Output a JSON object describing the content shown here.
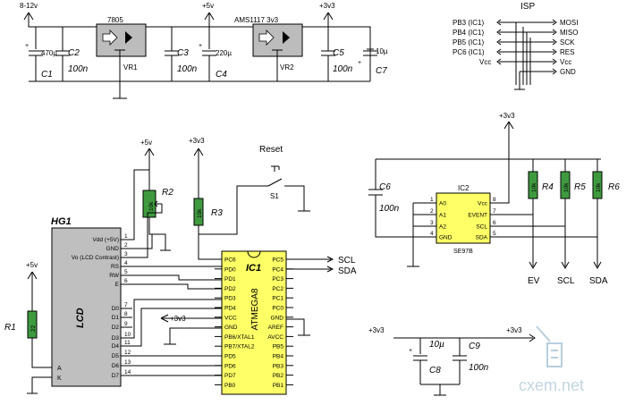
{
  "rails": {
    "in": "8-12v",
    "p5": "+5v",
    "p33": "+3v3"
  },
  "regulators": {
    "vr1": {
      "part": "7805",
      "ref": "VR1"
    },
    "vr2": {
      "part": "AMS1117 3v3",
      "ref": "VR2"
    }
  },
  "caps_top": {
    "c1": {
      "ref": "C1",
      "val": "470µ"
    },
    "c2": {
      "ref": "C2",
      "val": "100n"
    },
    "c3": {
      "ref": "C3",
      "val": "100n"
    },
    "c4": {
      "ref": "C4",
      "val": "220µ"
    },
    "c5": {
      "ref": "C5",
      "val": "100n"
    },
    "c7": {
      "ref": "C7",
      "val": "10µ"
    }
  },
  "isp": {
    "title": "ISP",
    "rows": [
      {
        "left": "PB3 (IC1)",
        "right": "MOSI"
      },
      {
        "left": "PB4 (IC1)",
        "right": "MISO"
      },
      {
        "left": "PB5 (IC1)",
        "right": "SCK"
      },
      {
        "left": "PC6 (IC1)",
        "right": "RES"
      },
      {
        "left": "Vcc",
        "right": "Vcc"
      },
      {
        "left": "",
        "right": "GND"
      }
    ]
  },
  "lcd": {
    "ref": "HG1",
    "label": "LCD",
    "pins": [
      {
        "num": "1",
        "name": "Vdd (+5V)"
      },
      {
        "num": "2",
        "name": "GND"
      },
      {
        "num": "3",
        "name": "Vo (LCD Contrast)"
      },
      {
        "num": "4",
        "name": "RS"
      },
      {
        "num": "5",
        "name": "RW"
      },
      {
        "num": "6",
        "name": "E"
      },
      {
        "num": "7",
        "name": "D0"
      },
      {
        "num": "8",
        "name": "D1"
      },
      {
        "num": "9",
        "name": "D2"
      },
      {
        "num": "10",
        "name": "D3"
      },
      {
        "num": "11",
        "name": "D4"
      },
      {
        "num": "12",
        "name": "D5"
      },
      {
        "num": "13",
        "name": "D6"
      },
      {
        "num": "14",
        "name": "D7"
      }
    ],
    "a": "A",
    "k": "K"
  },
  "r1": {
    "ref": "R1",
    "val": "22",
    "rail": "+5v"
  },
  "r2": {
    "ref": "R2",
    "val": "10k",
    "rail": "+5v"
  },
  "r3": {
    "ref": "R3",
    "val": "10k",
    "rail": "+3v3"
  },
  "reset": {
    "label": "Reset",
    "ref": "S1"
  },
  "ic1": {
    "ref": "IC1",
    "part": "ATMEGA8",
    "left_pins": [
      "PC6",
      "PD0",
      "PD1",
      "PD2",
      "PD3",
      "PD4",
      "VCC",
      "GND",
      "PB6/XTAL1",
      "PB7/XTAL2",
      "PD5",
      "PD6",
      "PD7",
      "PB0"
    ],
    "right_pins": [
      "PC5",
      "PC4",
      "PC3",
      "PC2",
      "PC1",
      "PC0",
      "GND",
      "AREF",
      "AVCC",
      "PB5",
      "PB4",
      "PB3",
      "PB2",
      "PB1"
    ],
    "scl": "SCL",
    "sda": "SDA",
    "vcc_rail": "+3v3"
  },
  "ic2": {
    "ref": "IC2",
    "part": "SE97B",
    "left_pins": [
      "A0",
      "A1",
      "A2",
      "GND"
    ],
    "right_pins": [
      "Vcc",
      "EVENT",
      "SCL",
      "SDA"
    ],
    "left_nums": [
      "1",
      "2",
      "3",
      "4"
    ],
    "right_nums": [
      "8",
      "7",
      "6",
      "5"
    ],
    "rail": "+3v3",
    "c6": {
      "ref": "C6",
      "val": "100n"
    },
    "r4": {
      "ref": "R4",
      "val": "10k"
    },
    "r5": {
      "ref": "R5",
      "val": "10k"
    },
    "r6": {
      "ref": "R6",
      "val": "10k"
    },
    "outs": [
      "EV",
      "SCL",
      "SDA"
    ]
  },
  "decoupling": {
    "rail_left": "+3v3",
    "rail_right": "+3v3",
    "c8": {
      "ref": "C8",
      "val": "10µ"
    },
    "c9": {
      "ref": "C9",
      "val": "100n"
    }
  },
  "watermark": "cxem.net"
}
